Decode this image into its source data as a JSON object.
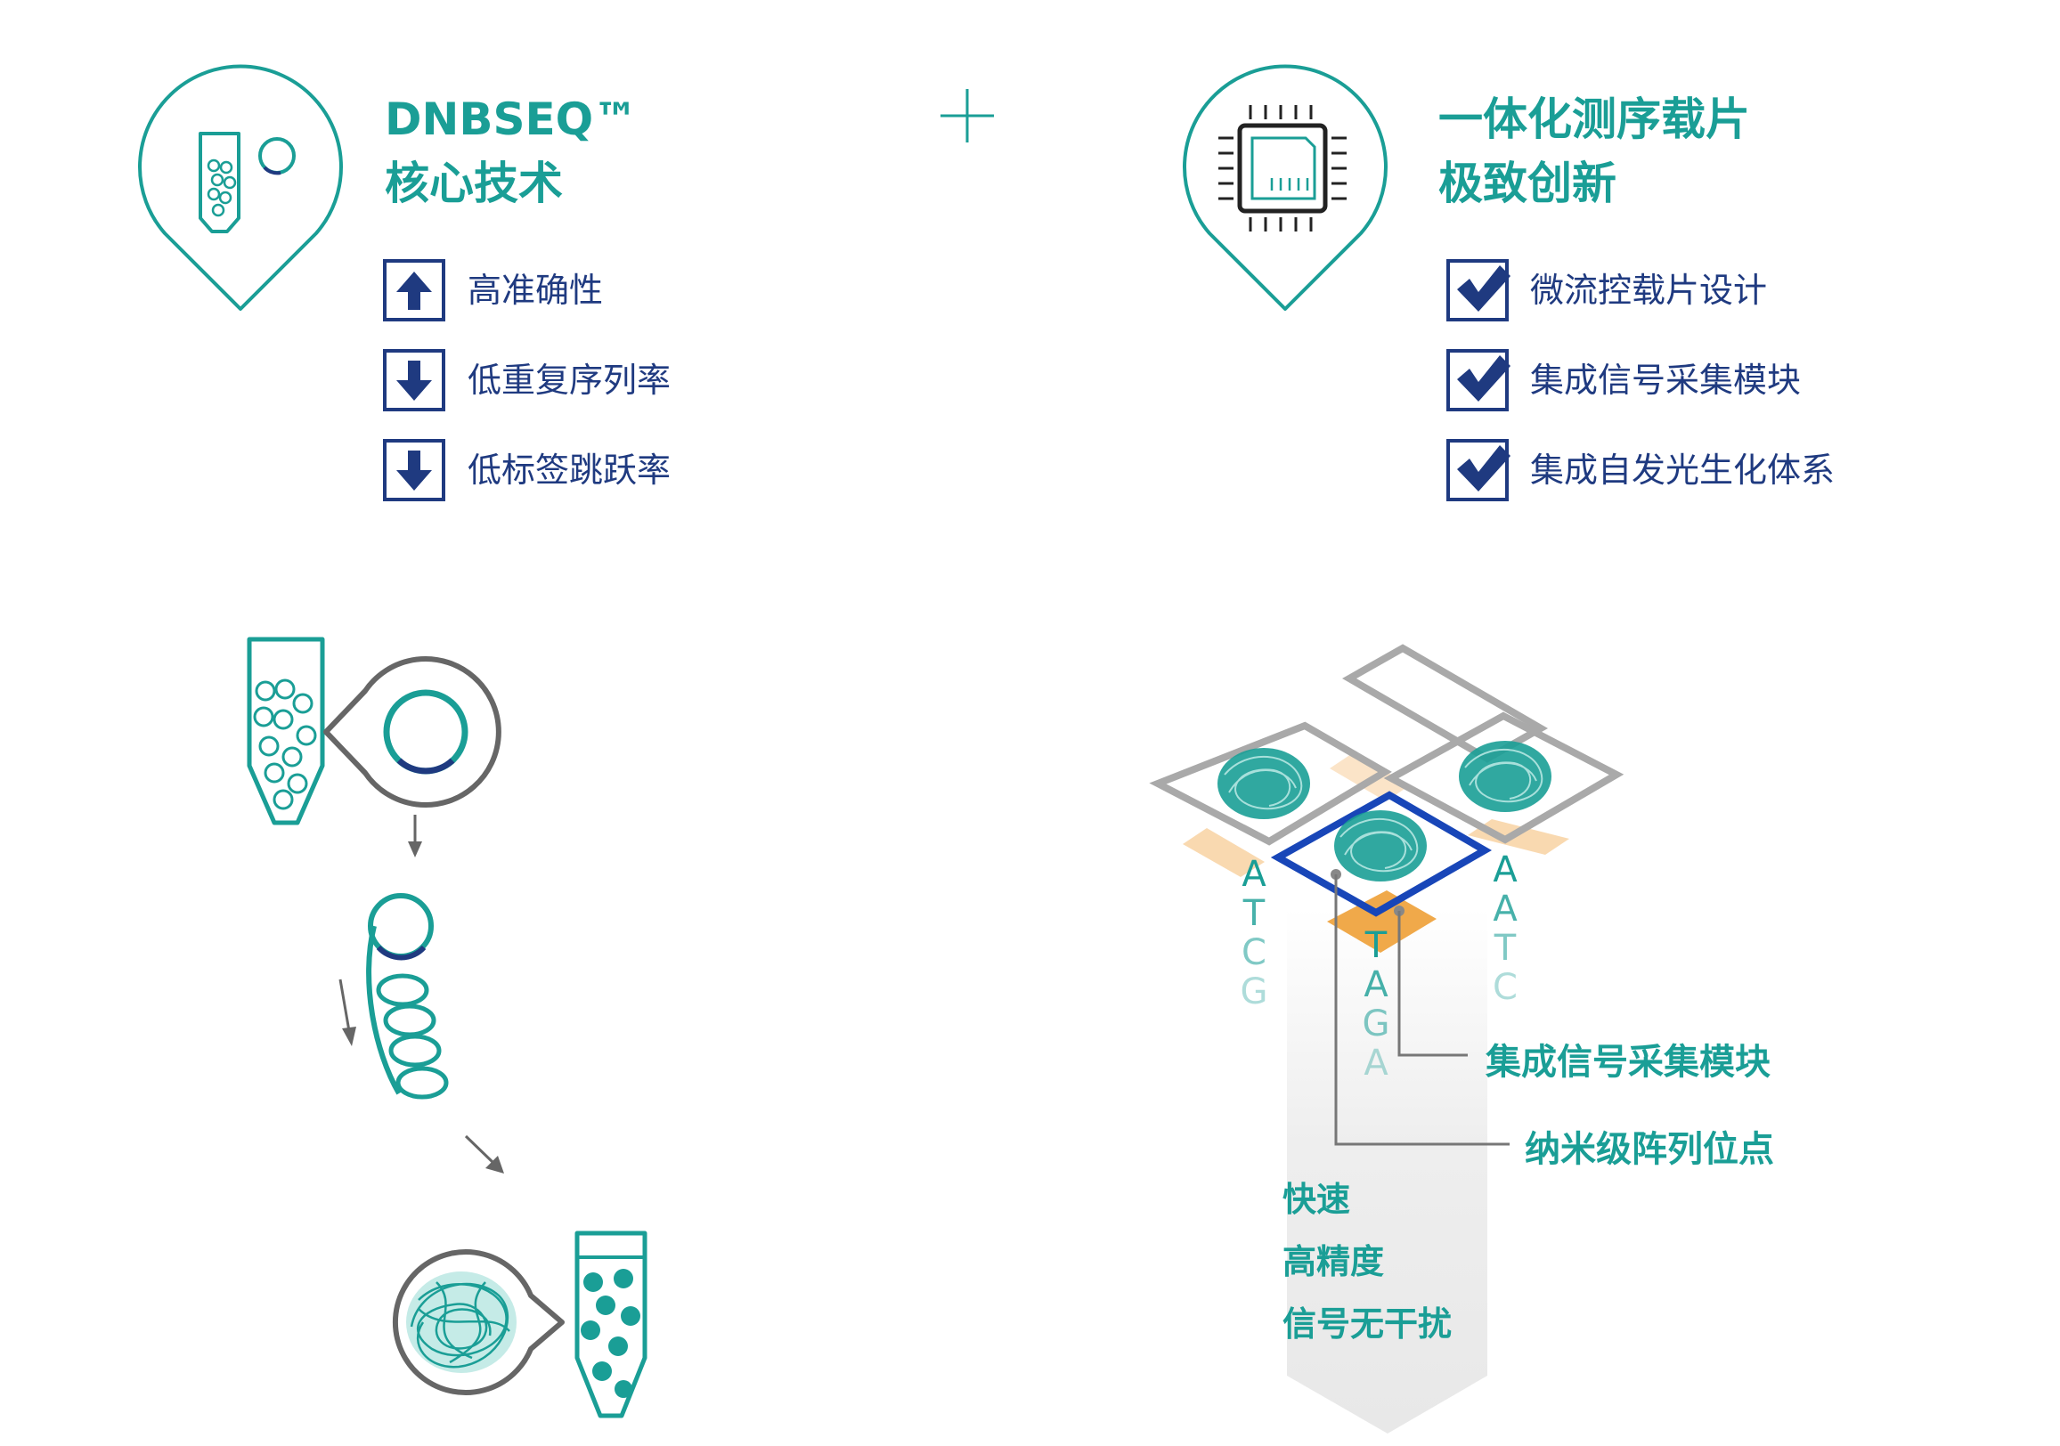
{
  "left_panel": {
    "title_line1": "DNBSEQ™",
    "title_line2": "核心技术",
    "features": [
      {
        "icon": "arrow-up-icon",
        "label": "高准确性"
      },
      {
        "icon": "arrow-down-icon",
        "label": "低重复序列率"
      },
      {
        "icon": "arrow-down-icon",
        "label": "低标签跳跃率"
      }
    ]
  },
  "plus_symbol": "+",
  "right_panel": {
    "title_line1": "一体化测序载片",
    "title_line2": "极致创新",
    "features": [
      {
        "icon": "checkmark-icon",
        "label": "微流控载片设计"
      },
      {
        "icon": "checkmark-icon",
        "label": "集成信号采集模块"
      },
      {
        "icon": "checkmark-icon",
        "label": "集成自发光生化体系"
      }
    ]
  },
  "chip_diagram": {
    "seq_left": [
      "A",
      "T",
      "C",
      "G"
    ],
    "seq_center": [
      "T",
      "A",
      "G",
      "A"
    ],
    "seq_right": [
      "A",
      "A",
      "T",
      "C"
    ],
    "callout_signal": "集成信号采集模块",
    "callout_array": "纳米级阵列位点",
    "benefits": [
      "快速",
      "高精度",
      "信号无干扰"
    ]
  },
  "colors": {
    "teal": "#1a9e96",
    "navy": "#1f3a80",
    "gray": "#666666",
    "orange": "#f0a94a",
    "chip_blue": "#1846b8"
  }
}
